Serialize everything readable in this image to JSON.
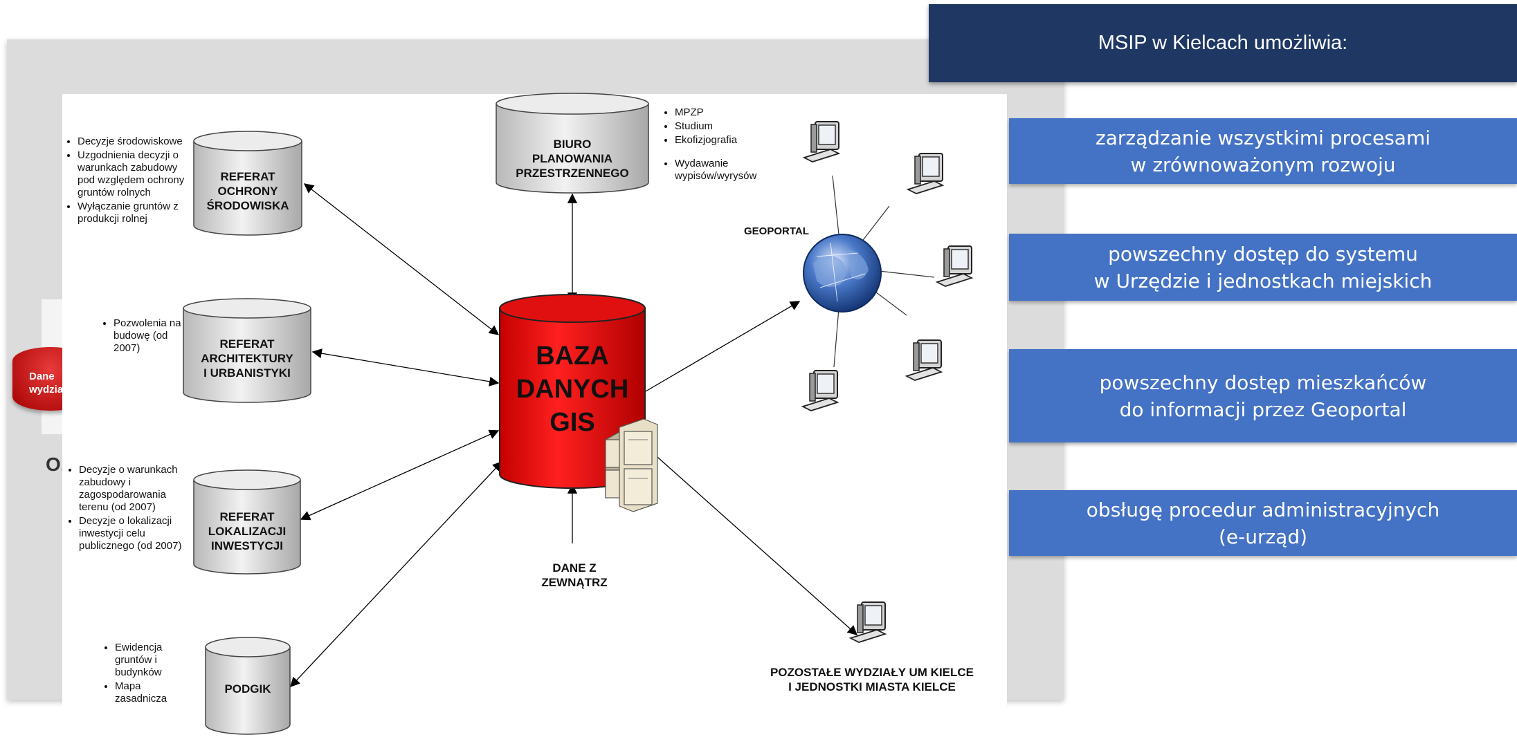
{
  "background": {
    "red_button_text": "Dane\nwydzia",
    "heading_initial": "O."
  },
  "panel": {
    "header": "MSIP w Kielcach umożliwia:",
    "cards": [
      "zarządzanie wszystkimi procesami\nw zrównoważonym rozwoju",
      "powszechny dostęp do systemu\nw Urzędzie i jednostkach miejskich",
      "powszechny dostęp mieszkańców\ndo informacji przez Geoportal",
      "obsługę procedur administracyjnych\n(e-urząd)"
    ]
  },
  "diagram": {
    "central": "BAZA\nDANYCH\nGIS",
    "geoportal": "GEOPORTAL",
    "external": "DANE Z\nZEWNĄTRZ",
    "other_units": "POZOSTAŁE WYDZIAŁY UM KIELCE\nI JEDNOSTKI MIASTA KIELCE",
    "nodes": {
      "ochrona": "REFERAT\nOCHRONY\nŚRODOWISKA",
      "architektura": "REFERAT\nARCHITEKTURY\nI URBANISTYKI",
      "lokalizacja": "REFERAT\nLOKALIZACJI\nINWESTYCJI",
      "podgik": "PODGIK",
      "biuro": "BIURO\nPLANOWANIA\nPRZESTRZENNEGO"
    },
    "notes": {
      "ochrona": [
        "Decyzje środowiskowe",
        "Uzgodnienia decyzji o warunkach zabudowy  pod względem ochrony gruntów rolnych",
        "Wyłączanie gruntów z produkcji rolnej"
      ],
      "architektura": [
        "Pozwolenia na budowę (od 2007)"
      ],
      "lokalizacja": [
        "Decyzje o warunkach zabudowy i zagospodarowania terenu (od 2007)",
        "Decyzje o lokalizacji inwestycji celu publicznego (od 2007)"
      ],
      "podgik": [
        "Ewidencja gruntów i budynków",
        "Mapa zasadnicza"
      ],
      "biuro_a": [
        "MPZP",
        "Studium",
        "Ekofizjografia"
      ],
      "biuro_b": [
        "Wydawanie wypisów/wyrysów"
      ]
    }
  }
}
